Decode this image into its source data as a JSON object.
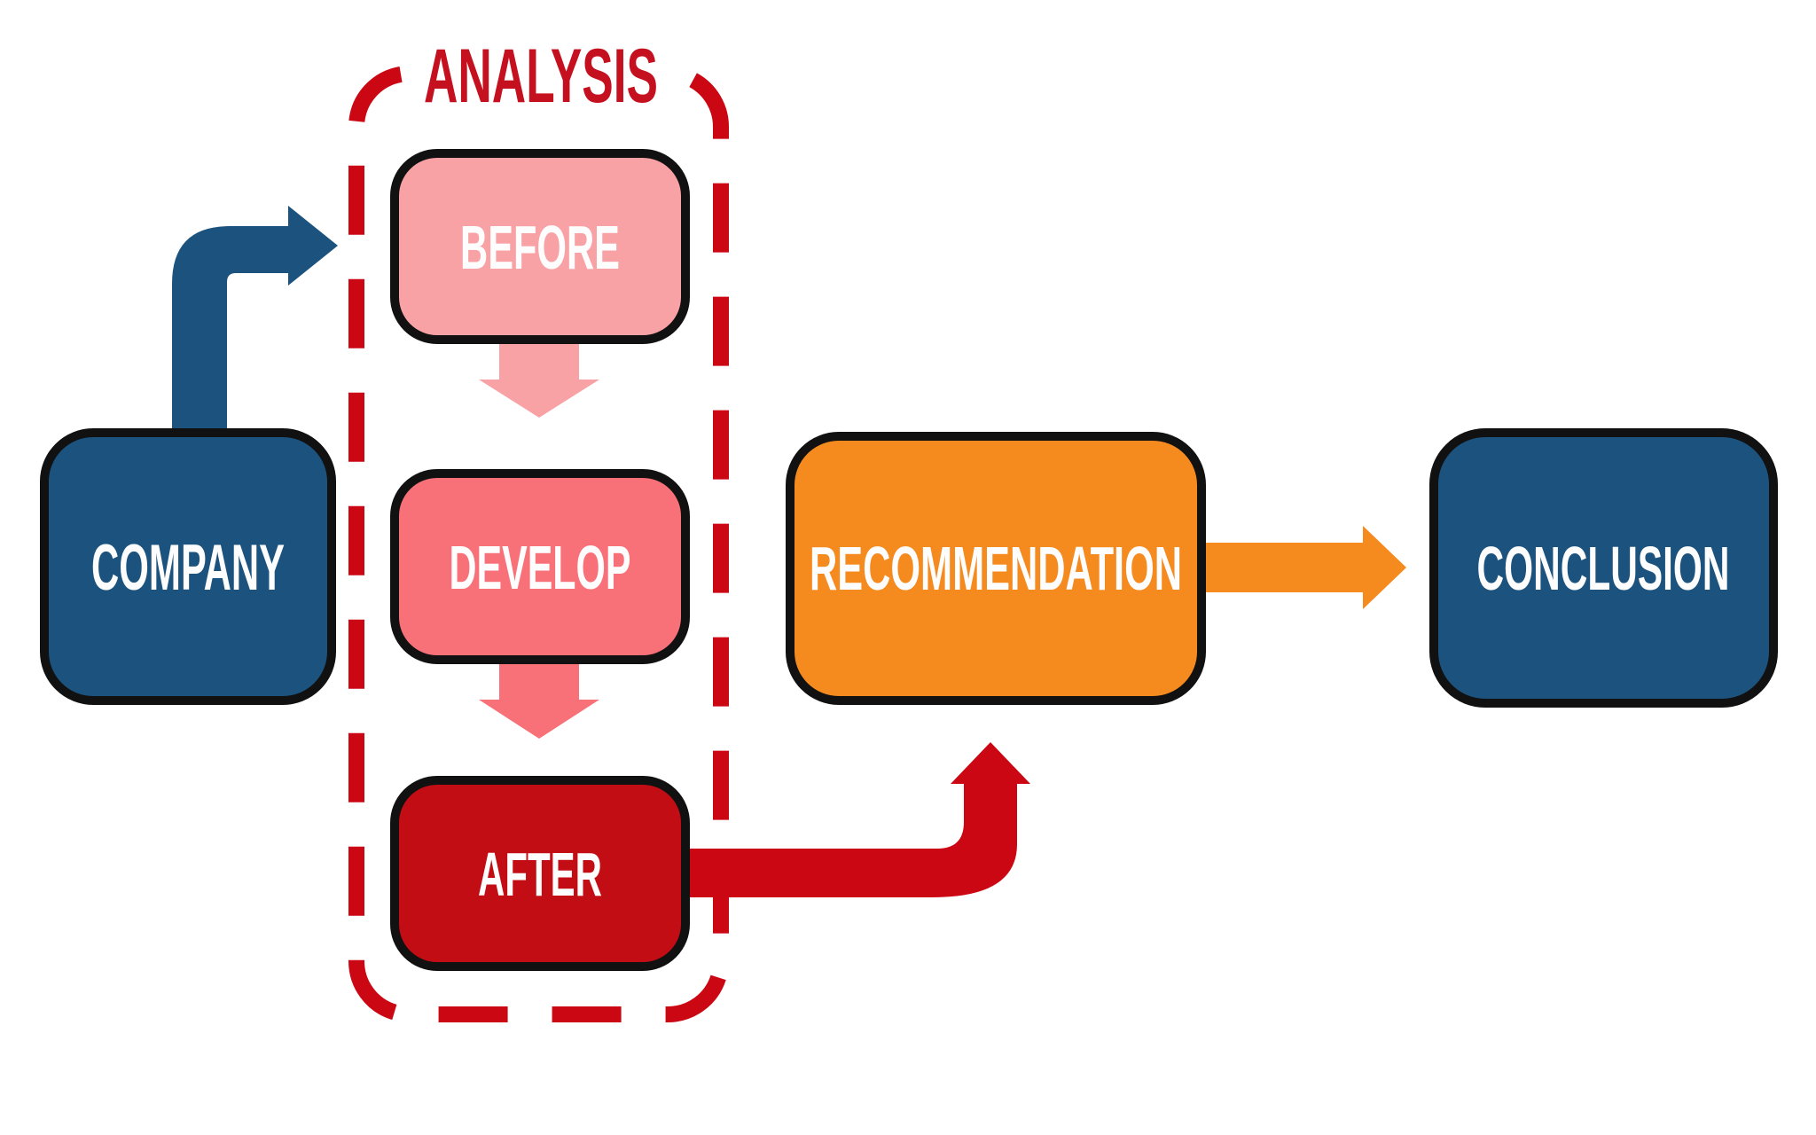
{
  "page": {
    "background": "#FFFFFF",
    "type": "flowchart"
  },
  "diagram": {
    "group": {
      "label": "ANALYSIS",
      "label_color": "#C5101F",
      "border_color": "#CB0713",
      "border_style": "dashed",
      "contains": [
        "BEFORE",
        "DEVELOP",
        "AFTER"
      ]
    },
    "nodes": {
      "company": {
        "label": "COMPANY",
        "fill": "#1C537E",
        "text_color": "#FDFDFD",
        "border_color": "#111111"
      },
      "before": {
        "label": "BEFORE",
        "fill": "#F9A2A6",
        "text_color": "#FDFDFD",
        "border_color": "#111111"
      },
      "develop": {
        "label": "DEVELOP",
        "fill": "#F87179",
        "text_color": "#FDFDFD",
        "border_color": "#111111"
      },
      "after": {
        "label": "AFTER",
        "fill": "#C20D15",
        "text_color": "#FDFDFD",
        "border_color": "#111111"
      },
      "recommendation": {
        "label": "RECOMMENDATION",
        "fill": "#F58A1F",
        "text_color": "#FDFDFD",
        "border_color": "#111111"
      },
      "conclusion": {
        "label": "CONCLUSION",
        "fill": "#1C537E",
        "text_color": "#FDFDFD",
        "border_color": "#111111"
      }
    },
    "connectors": {
      "company_to_before": {
        "from": "COMPANY",
        "to": "BEFORE",
        "shape": "elbow-up-right",
        "color": "#1C537E"
      },
      "before_to_develop": {
        "from": "BEFORE",
        "to": "DEVELOP",
        "shape": "arrow-down",
        "color": "#F9A2A6"
      },
      "develop_to_after": {
        "from": "DEVELOP",
        "to": "AFTER",
        "shape": "arrow-down",
        "color": "#F87179"
      },
      "after_to_recommendation": {
        "from": "AFTER",
        "to": "RECOMMENDATION",
        "shape": "elbow-right-up",
        "color": "#CB0713"
      },
      "recommendation_to_conclusion": {
        "from": "RECOMMENDATION",
        "to": "CONCLUSION",
        "shape": "arrow-right",
        "color": "#F58A1F"
      }
    }
  }
}
